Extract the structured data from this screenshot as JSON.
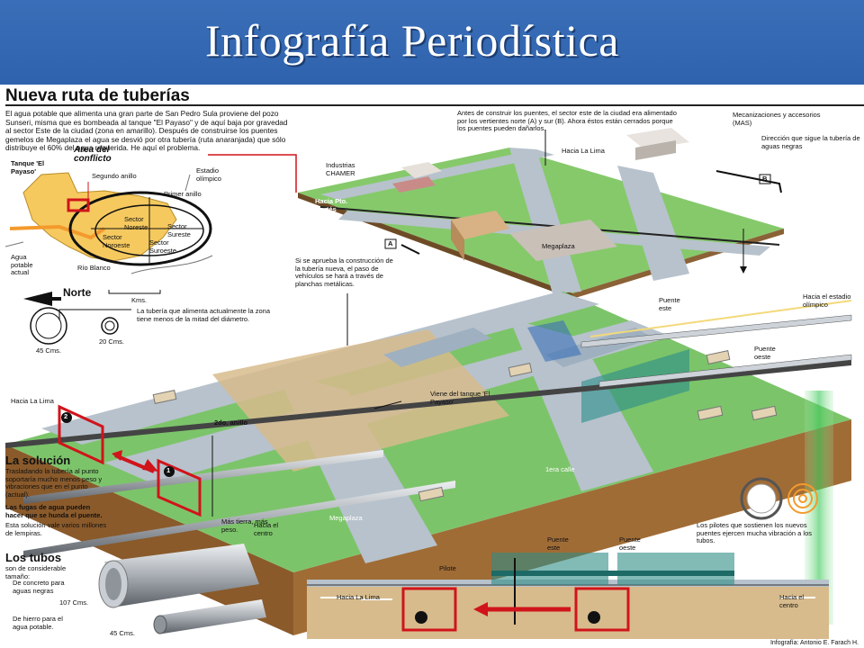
{
  "slide": {
    "title": "Infografía Periodística"
  },
  "infographic": {
    "headline": "Nueva ruta de tuberías",
    "intro": "El agua potable que alimenta una gran parte de San Pedro Sula proviene del pozo Sunseri, misma que es bombeada al tanque \"El Payaso\" y de aquí baja por gravedad al sector Este de la ciudad (zona en amarillo). Después de construirse los puentes gemelos de Megaplaza el agua se desvió por otra tubería (ruta anaranjada) que sólo distribuye el 60% del agua requerida. He aquí el problema.",
    "map": {
      "tank_label": "Tanque 'El Payaso'",
      "conflict_label": "Area del conflicto",
      "second_ring": "Segundo anillo",
      "first_ring": "Primer anillo",
      "stadium": "Estadio olímpico",
      "water_label": "Agua potable actual",
      "river": "Río Blanco",
      "north": "Norte",
      "kms": "Kms.",
      "sectors": [
        "Sector Noreste",
        "Sector Sureste",
        "Sector Noroeste",
        "Sector Suroeste"
      ]
    },
    "pipe_sizes": {
      "size_45": "45 Cms.",
      "size_20": "20 Cms.",
      "note": "La tubería que alimenta actualmente la zona tiene menos de la mitad del diámetro."
    },
    "aerial": {
      "note_before": "Antes de construir los puentes, el sector este de la ciudad era alimentado por los vertientes norte (A) y sur (B). Ahora éstos están cerrados porque los puentes pueden dañarlos.",
      "industrias": "Industrias CHAMER",
      "mas": "Mecanizaciones y accesorios (MAS)",
      "direction": "Dirección que sigue la tubería de aguas negras",
      "hacia_lima": "Hacia La Lima",
      "hacia_pto": "Hacia Pto. Cortés",
      "hacia_estadio": "Hacia el estadio olímpico",
      "hacia_centro": "Hacia el centro",
      "megaplaza": "Megaplaza",
      "marker_a": "A",
      "marker_b": "B"
    },
    "main": {
      "note_approved": "Si se aprueba la construcción de la tubería nueva, el paso de vehículos se hará a través de planchas metálicas.",
      "puente_este": "Puente este",
      "puente_oeste": "Puente oeste",
      "hacia_estadio": "Hacia el estadio olímpico",
      "chamer": "CHAMER",
      "hacia_lima": "Hacia La Lima",
      "viene_tanque": "Viene del tanque 'El Payaso'",
      "anillo": "2do. anillo",
      "mas_tierra": "Más tierra, más peso.",
      "hacia_centro": "Hacia el centro",
      "megaplaza": "Megaplaza",
      "calle": "1era calle",
      "marker_1": "1",
      "marker_2": "2"
    },
    "solution": {
      "title": "La solución",
      "text_a": "Trasladando la tubería al punto",
      "text_b": "soportaría mucho menos peso y vibraciones que en el punto",
      "text_c": "(actual).",
      "warning": "Las fugas de agua pueden hacer que se hunda el puente.",
      "cost": "Esta solución vale varios millones de lempiras."
    },
    "tubes": {
      "title": "Los tubos",
      "subtitle": "son de considerable tamaño:",
      "concrete": "De concreto para aguas negras",
      "concrete_size": "107 Cms.",
      "iron": "De hierro para el agua potable.",
      "iron_size": "45 Cms."
    },
    "section": {
      "note_pilotes": "Los pilotes que sostienen los nuevos puentes ejercen mucha vibración a los tubos.",
      "puente_este": "Puente este",
      "puente_oeste": "Puente oeste",
      "pilote": "Pilote",
      "hacia_lima": "Hacia La Lima",
      "hacia_centro": "Hacia el centro"
    },
    "credit": "Infografía: Antonio E. Farach H."
  }
}
